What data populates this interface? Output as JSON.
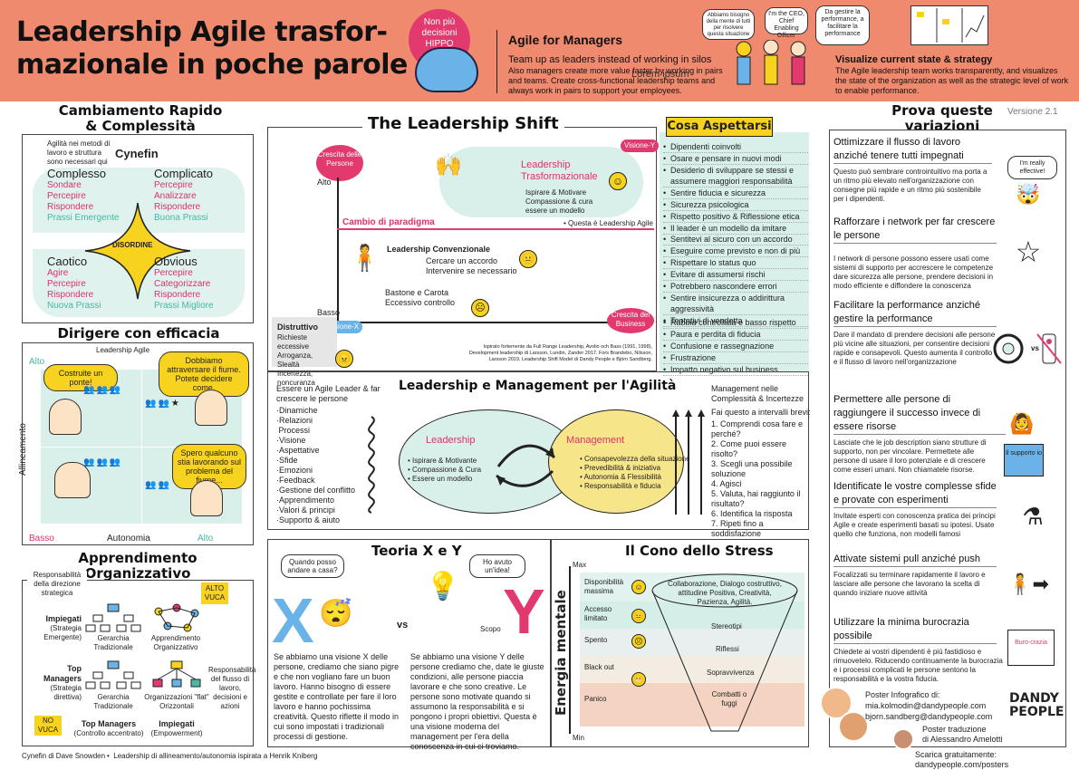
{
  "header": {
    "title_line1": "Leadership Agile trasfor-",
    "title_line2": "mazionale in poche parole",
    "hippo_text": "Non più decisioni HIPPO",
    "agile_title": "Agile for Managers",
    "team_up": "Team up as leaders instead of working in silos",
    "team_up_text": "Also managers create more value faster by working in pairs and teams. Create cross-functional leadership teams and always work in pairs to support your employees.",
    "lorem": "Lorem ipsum",
    "bubble1": "Abbiamo bisogno della mente di tutti per risolvere questa situazione",
    "bubble2": "I'm the CEO, Chief Enabling Officer",
    "bubble3": "Da gestire la performance, a facilitare la performance",
    "visualize_title": "Visualize current state & strategy",
    "visualize_text": "The Agile leadership team works transparently, and visualizes the state of the organization as well as the strategic level of work to enable performance."
  },
  "cambiamento": {
    "title1": "Cambiamento Rapido",
    "title2": "& Complessità",
    "note": "Agilità nei metodi di lavoro e struttura sono necessari qui",
    "cynefin": "Cynefin",
    "complesso": "Complesso",
    "complesso_items": [
      "Sondare",
      "Percepire",
      "Rispondere"
    ],
    "complesso_prassi": "Prassi Emergente",
    "complicato": "Complicato",
    "complicato_items": [
      "Percepire",
      "Analizzare",
      "Rispondere"
    ],
    "complicato_prassi": "Buona Prassi",
    "disordine": "DISORDINE",
    "caotico": "Caotico",
    "caotico_items": [
      "Agire",
      "Percepire",
      "Rispondere"
    ],
    "caotico_prassi": "Nuova Prassi",
    "obvious": "Obvious",
    "obvious_items": [
      "Percepire",
      "Categorizzare",
      "Rispondere"
    ],
    "obvious_prassi": "Prassi Migliore"
  },
  "dirigere": {
    "title": "Dirigere con efficacia",
    "leadership_agile": "Leadership Agile",
    "alto": "Alto",
    "basso": "Basso",
    "alto2": "Alto",
    "allineamento": "Allineamento",
    "autonomia": "Autonomia",
    "bub1": "Costruite un ponte!",
    "bub2": "Dobbiamo attraversare il fiume. Potete decidere come.",
    "bub3": "Spero qualcuno stia lavorando sul problema del fiume..."
  },
  "apprendimento": {
    "title1": "Apprendimento",
    "title2": "Organizzativo",
    "resp_strat": "Responsabilità della direzione strategica",
    "alto_vuca": "ALTO VUCA",
    "impiegati": "Impiegati",
    "impiegati_sub": "(Strategia Emergente)",
    "top_managers": "Top Managers",
    "top_managers_sub": "(Strategia direttiva)",
    "no_vuca": "NO VUCA",
    "gerarchia": "Gerarchia Tradizionale",
    "appr_org": "Apprendimento Organizzativo",
    "gerarchia2": "Gerarchia Tradizionale",
    "org_flat": "Organizzazioni \"flat\" Orizzontali",
    "resp_flusso": "Responsabilità del flusso di lavoro, decisioni e azioni",
    "top_managers_bottom": "Top Managers",
    "top_managers_bottom_sub": "(Controllo accentrato)",
    "impiegati_bottom": "Impiegati",
    "impiegati_bottom_sub": "(Empowerment)"
  },
  "shift": {
    "title": "The Leadership Shift",
    "crescita_persone": "Crescita delle Persone",
    "alto": "Alto",
    "basso": "Basso",
    "visione_y": "Visione-Y",
    "visione_x": "Visione-X",
    "leadership_trasf": "Leadership Trasformazionale",
    "trasf_items": [
      "Ispirare & Motivare",
      "Compassione & cura",
      "essere un modello"
    ],
    "questa": "• Questa è Leadership Agile",
    "cambio": "Cambio di paradigma",
    "leadership_conv": "Leadership Convenzionale",
    "conv_items": [
      "Cercare un accordo",
      "Intervenire se necessario"
    ],
    "conv_items2": [
      "Bastone e Carota",
      "Eccessivo controllo"
    ],
    "distruttivo": "Distruttivo",
    "distruttivo_items": "Richieste eccessive Arroganza, Slealtà Incertezza, noncuranza",
    "crescita_business": "Crescita del Business",
    "ispirato": "Ispirato fortemente da Full Range Leadership, Avolio och Bass (1991, 1998), Development leadership di Larsson, Lundin, Zander 2017. Fors Brandebo, Nilsson, Larsson 2019. Leadership Shift Model di Dandy People e Björn Sandberg."
  },
  "aspettarsi": {
    "title": "Cosa Aspettarsi",
    "group1": [
      "Dipendenti coinvolti",
      "Osare e pensare in nuovi modi",
      "Desiderio di sviluppare se stessi e assumere maggiori responsabilità",
      "Sentire fiducia e sicurezza",
      "Sicurezza psicologica",
      "Rispetto positivo & Riflessione etica",
      "Il leader è un modello da imitare"
    ],
    "group2": [
      "Sentitevi al sicuro con un accordo",
      "Eseguire come previsto e non di più",
      "Rispettare lo status quo",
      "Evitare di assumersi rischi",
      "Potrebbero nascondere errori",
      "Sentire insicurezza o addirittura aggressività",
      "Tentativi di vendetta"
    ],
    "group3": [
      "Rabbia controllata e basso rispetto",
      "Paura e perdita di fiducia",
      "Confusione e rassegnazione",
      "Frustrazione",
      "Impatto negativo sul business"
    ]
  },
  "leadman": {
    "title": "Leadership e Management per l'Agilità",
    "left_intro": "Essere un Agile Leader & far crescere le persone",
    "left_items": [
      "Dinamiche",
      "Relazioni",
      "Processi",
      "Visione",
      "Aspettative",
      "Sfide",
      "Emozioni",
      "Feedback",
      "Gestione del conflitto",
      "Apprendimento",
      "Valori & principi",
      "Supporto & aiuto"
    ],
    "leadership": "Leadership",
    "leadership_items": [
      "Ispirare & Motivante",
      "Compassione & Cura",
      "Essere un modello"
    ],
    "management": "Management",
    "management_items": [
      "Consapevolezza della situazione",
      "Prevedibilità & iniziativa",
      "Autonomia & Flessibilità",
      "Responsabilità e fiducia"
    ],
    "right_intro": "Management nelle Complessità & Incertezze",
    "right_sub": "Fai questo a intervalli brevi:",
    "right_items": [
      "1. Comprendi cosa fare e perché?",
      "2. Come puoi essere risolto?",
      "3. Scegli una possibile soluzione",
      "4. Agisci",
      "5. Valuta, hai raggiunto il risultato?",
      "6. Identifica la risposta",
      "7. Ripeti fino a soddisfazione"
    ]
  },
  "teoria": {
    "title": "Teoria X e Y",
    "bub_x": "Quando posso andare a casa?",
    "bub_y": "Ho avuto un'idea!",
    "vs": "vs",
    "scopo": "Scopo",
    "x_text": "Se abbiamo una visione X delle persone, crediamo che siano pigre e che non vogliano fare un buon lavoro. Hanno bisogno di essere gestite e controllate per fare il loro lavoro e hanno pochissima creatività. Questo riflette il modo in cui sono impostati i tradizionali processi di gestione.",
    "y_text": "Se abbiamo una visione Y delle persone crediamo che, date le giuste condizioni, alle persone piaccia lavorare e che sono creative. Le persone sono motivate quando si assumono la responsabilità e si pongono i propri obiettivi. Questa è una visione moderna del management per l'era della conoscenza in cui ci troviamo."
  },
  "cono": {
    "title": "Il Cono dello Stress",
    "max": "Max",
    "min": "Min",
    "energia": "Energia mentale",
    "levels": [
      "Disponibilità massima",
      "Accesso limitato",
      "Spento",
      "Black out",
      "Panico"
    ],
    "top": "Collaborazione, Dialogo costruttivo, attitudine Positiva, Creatività, Pazienza, Agilità.",
    "layers": [
      "Stereotipi",
      "Riflessi",
      "Sopravvivenza",
      "Combatti o fuggi"
    ]
  },
  "prova": {
    "versione": "Versione 2.1",
    "title1": "Prova queste",
    "title2": "variazioni",
    "items": [
      {
        "title": "Ottimizzare il flusso di lavoro anziché tenere tutti impegnati",
        "body": "Questo può sembrare controintuitivo ma porta a un ritmo più elevato nell'organizzazione con consegne più rapide e un ritmo più sostenibile per i dipendenti.",
        "badge": "I'm really effective!"
      },
      {
        "title": "Rafforzare i network per far crescere le persone",
        "body": "I network di persone possono essere usati come sistemi di supporto per accrescere le competenze dare sicurezza alle persone, prendere decisioni in modo efficiente e diffondere la conoscenza"
      },
      {
        "title": "Facilitare la performance anziché gestire la performance",
        "body": "Dare il mandato di prendere decisioni alle persone più vicine alle situazioni, per consentire decisioni rapide e consapevoli. Questo aumenta il controllo e il flusso di lavoro nell'organizzazione",
        "badge": "vs"
      },
      {
        "title": "Permettere alle persone di raggiungere il successo invece di essere risorse",
        "body": "Lasciate che le job description siano strutture di supporto, non per vincolare. Permettete alle persone di usare il loro potenziale e di crescere come esseri umani. Non chiamatele risorse.",
        "badge": "Il supporto io"
      },
      {
        "title": "Identificate le vostre complesse sfide e provate con esperimenti",
        "body": "Invitate esperti con conoscenza pratica dei principi Agile e create esperimenti basati su ipotesi. Usate quello che funziona, non modelli famosi"
      },
      {
        "title": "Attivate sistemi pull anziché push",
        "body": "Focalizzati su terminare rapidamente il lavoro e lasciare alle persone che lavorano la scelta di quando iniziare nuove attività"
      },
      {
        "title": "Utilizzare la minima burocrazia possibile",
        "body": "Chiedete ai vostri dipendenti è più fastidioso e rimuovetelo. Riducendo continuamente la burocrazia e i processi complicati le persone sentono la responsabilità e la vostra fiducia.",
        "badge": "Buro-crazia"
      }
    ]
  },
  "footer": {
    "cynefin_credit": "Cynefin di Dave Snowden",
    "kniberg_credit": "Leadership di allineamento/autonomia ispirata a Henrik Kniberg",
    "poster_info": "Poster Infografico di:",
    "email1": "mia.kolmodin@dandypeople.com",
    "email2": "bjorn.sandberg@dandypeople.com",
    "traduzione": "Poster traduzione",
    "traduttore": "di Alessandro Amelotti",
    "logo": "DANDY PEOPLE",
    "scarica": "Scarica gratuitamente: dandypeople.com/posters"
  }
}
